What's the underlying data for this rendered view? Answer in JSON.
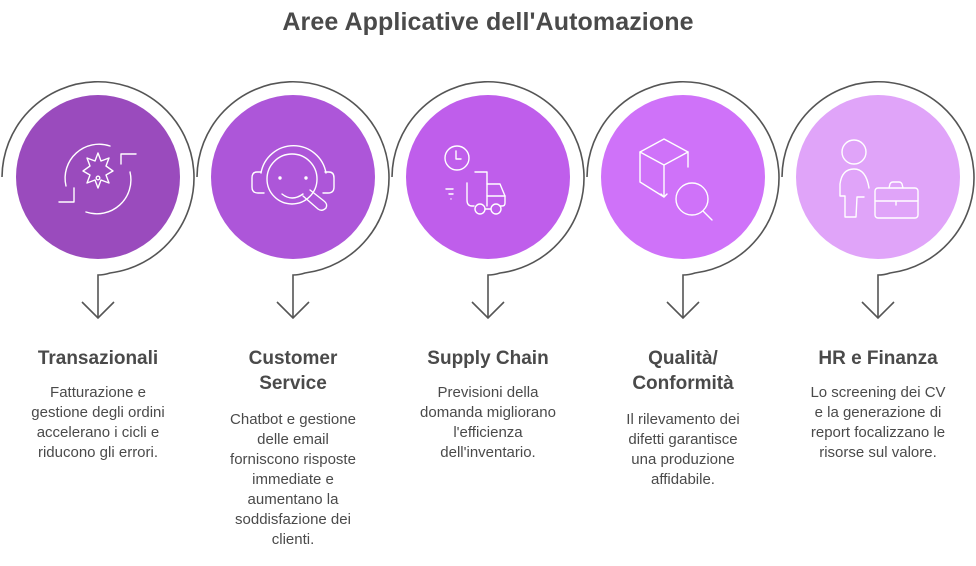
{
  "title": "Aree Applicative dell'Automazione",
  "steps": [
    {
      "heading": "Transazionali",
      "heading_lines": [
        "Transazionali"
      ],
      "description": "Fatturazione e gestione degli ordini accelerano i cicli e riducono gli errori.",
      "desc_lines": [
        "Fatturazione e",
        "gestione degli ordini",
        "accelerano i cicli e",
        "riducono gli errori."
      ],
      "icon": "gear-refresh-icon",
      "color": "#9a4bbd"
    },
    {
      "heading": "Customer Service",
      "heading_lines": [
        "Customer",
        "Service"
      ],
      "description": "Chatbot e gestione delle email forniscono risposte immediate e aumentano la soddisfazione dei clienti.",
      "desc_lines": [
        "Chatbot e gestione",
        "delle email",
        "forniscono risposte",
        "immediate e",
        "aumentano la",
        "soddisfazione dei",
        "clienti."
      ],
      "icon": "support-agent-search-icon",
      "color": "#ad56d9"
    },
    {
      "heading": "Supply Chain",
      "heading_lines": [
        "Supply Chain"
      ],
      "description": "Previsioni della domanda migliorano l'efficienza dell'inventario.",
      "desc_lines": [
        "Previsioni della",
        "domanda migliorano",
        "l'efficienza",
        "dell'inventario."
      ],
      "icon": "clock-truck-icon",
      "color": "#bf5eeb"
    },
    {
      "heading": "Qualità/ Conformità",
      "heading_lines": [
        "Qualità/",
        "Conformità"
      ],
      "description": "Il rilevamento dei difetti garantisce una produzione affidabile.",
      "desc_lines": [
        "Il rilevamento dei",
        "difetti garantisce",
        "una produzione",
        "affidabile."
      ],
      "icon": "box-inspect-icon",
      "color": "#cf72f9"
    },
    {
      "heading": "HR e Finanza",
      "heading_lines": [
        "HR e Finanza"
      ],
      "description": "Lo screening dei CV e la generazione di report focalizzano le risorse sul valore.",
      "desc_lines": [
        "Lo screening dei CV",
        "e la generazione di",
        "report focalizzano le",
        "risorse sul valore."
      ],
      "icon": "person-briefcase-icon",
      "color": "#e0a4f9"
    }
  ]
}
